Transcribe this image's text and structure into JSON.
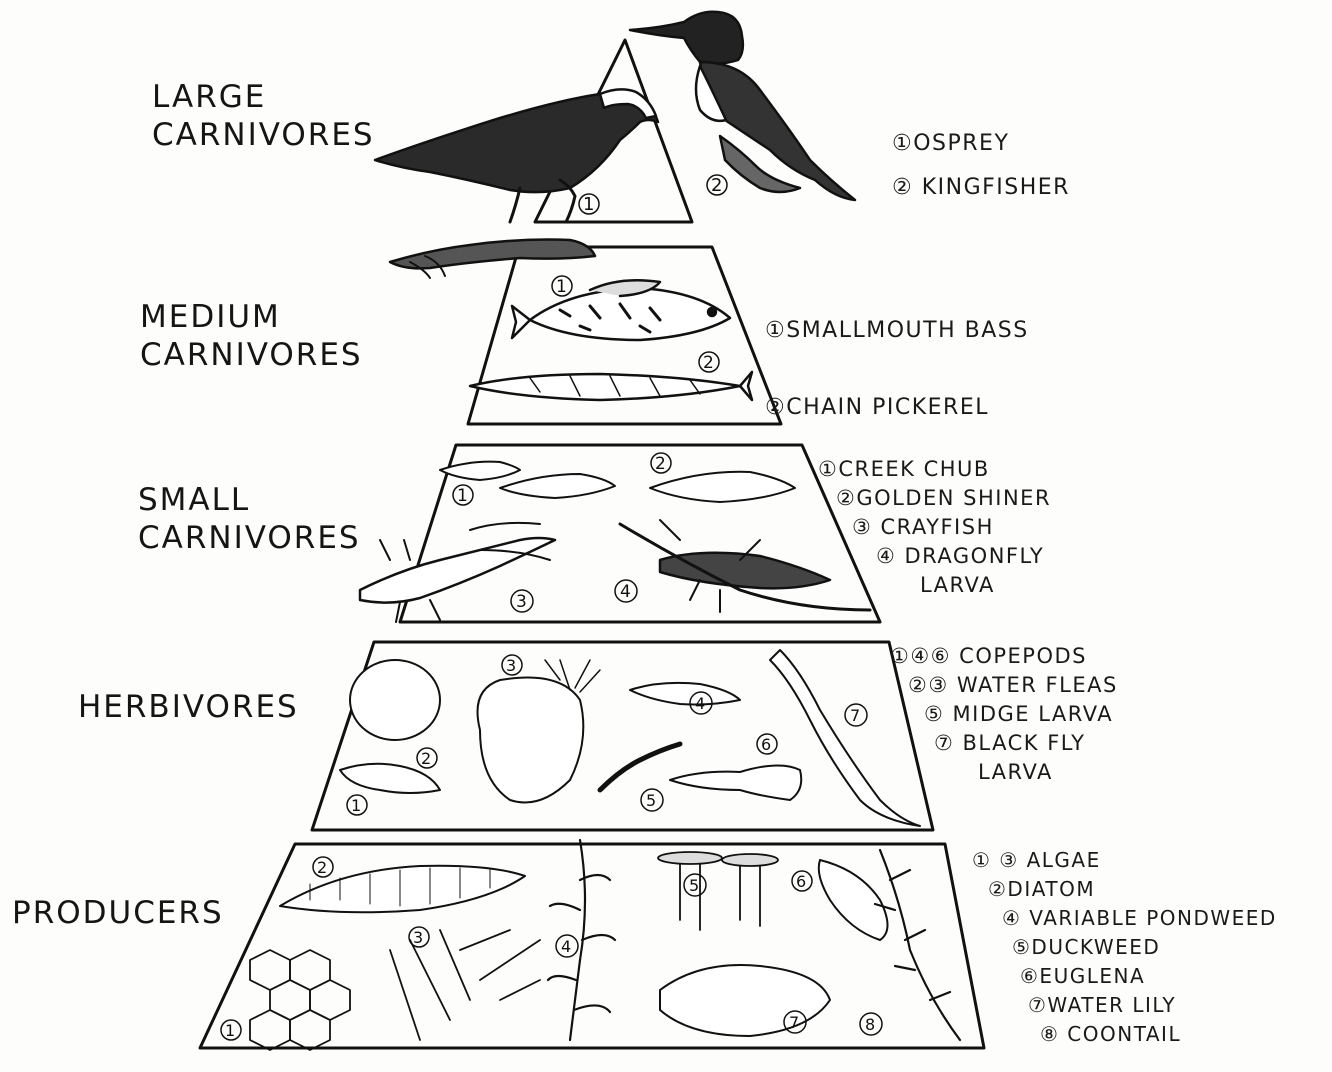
{
  "levels": {
    "large_carnivores": {
      "label_lines": [
        "LARGE",
        "CARNIVORES"
      ],
      "legend": [
        "①OSPREY",
        "② KINGFISHER"
      ],
      "markers": [
        "1",
        "2"
      ]
    },
    "medium_carnivores": {
      "label_lines": [
        "MEDIUM",
        "CARNIVORES"
      ],
      "legend": [
        "①SMALLMOUTH BASS",
        "②CHAIN PICKEREL"
      ],
      "markers": [
        "1",
        "2"
      ]
    },
    "small_carnivores": {
      "label_lines": [
        "SMALL",
        "CARNIVORES"
      ],
      "legend": [
        "①CREEK CHUB",
        "②GOLDEN SHINER",
        "③ CRAYFISH",
        "④ DRAGONFLY",
        "LARVA"
      ],
      "markers": [
        "1",
        "2",
        "3",
        "4"
      ]
    },
    "herbivores": {
      "label_lines": [
        "HERBIVORES"
      ],
      "legend": [
        "①④⑥ COPEPODS",
        "②③ WATER FLEAS",
        "⑤ MIDGE LARVA",
        "⑦ BLACK FLY",
        "LARVA"
      ],
      "markers": [
        "1",
        "2",
        "3",
        "4",
        "5",
        "6",
        "7"
      ]
    },
    "producers": {
      "label_lines": [
        "PRODUCERS"
      ],
      "legend": [
        "① ③ ALGAE",
        "②DIATOM",
        "④ VARIABLE PONDWEED",
        "⑤DUCKWEED",
        "⑥EUGLENA",
        "⑦WATER LILY",
        "⑧ COONTAIL"
      ],
      "markers": [
        "1",
        "2",
        "3",
        "4",
        "5",
        "6",
        "7",
        "8"
      ]
    }
  }
}
